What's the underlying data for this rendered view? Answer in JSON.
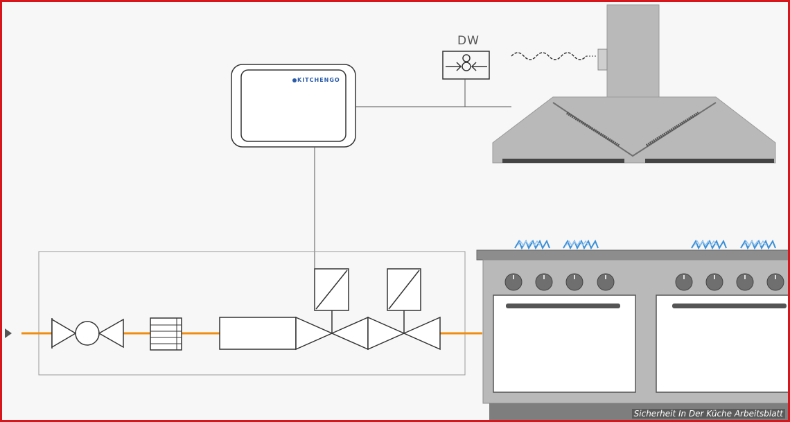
{
  "diagram": {
    "dw_label": "DW",
    "controller_brand": "KITCHENGO",
    "caption": "Sicherheit In Der Küche Arbeitsblatt",
    "colors": {
      "gas_line": "#f08c0e",
      "frame_border": "#d6161b",
      "appliance_grey": "#b9b9b9",
      "flame_blue": "#3a8fd8"
    }
  }
}
